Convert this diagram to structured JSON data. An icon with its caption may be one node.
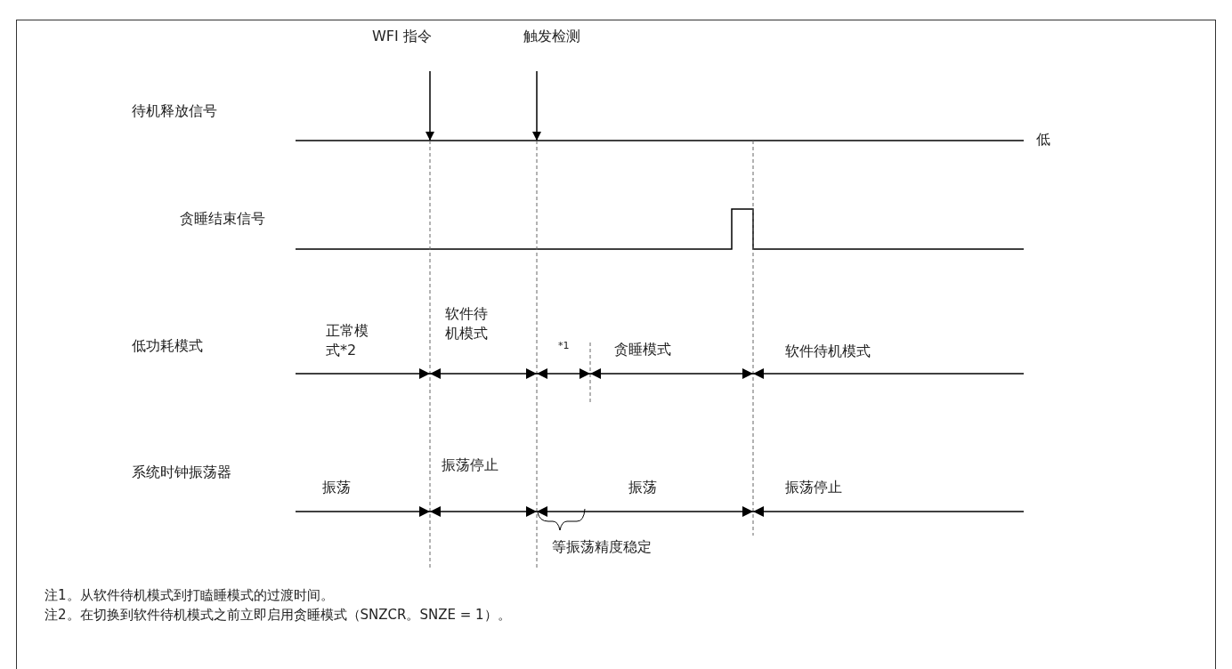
{
  "diagram": {
    "nodes": [
      {
        "text": [
          "WFI 指令"
        ]
      },
      {
        "text": [
          "触发检测"
        ]
      }
    ],
    "edges": [
      {
        "from": 0,
        "to": null,
        "arrow": "to"
      },
      {
        "from": 1,
        "to": null,
        "arrow": "to"
      }
    ],
    "labels": [
      "待机释放信号",
      "低",
      "贪睡结束信号",
      "低功耗模式",
      "正常模式*2",
      "软件待机模式",
      "*1",
      "贪睡模式",
      "软件待机模式",
      "系统时钟振荡器",
      "振荡",
      "振荡停止",
      "振荡",
      "振荡停止",
      "等振荡精度稳定",
      "注1。从软件待机模式到打瞌睡模式的过渡时间。",
      "注2。在切换到软件待机模式之前立即启用贪睡模式（SNZCR。SNZE = 1）。"
    ]
  }
}
